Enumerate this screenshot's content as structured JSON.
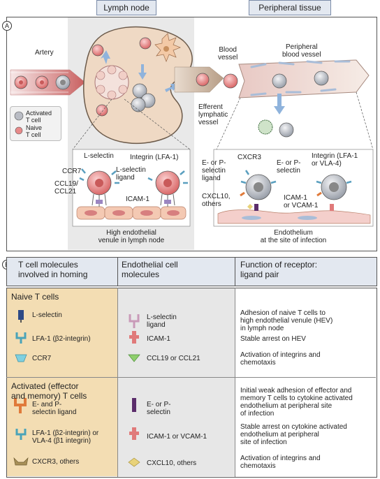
{
  "panelA": {
    "marker": "A",
    "header_lymph": "Lymph node",
    "header_peripheral": "Peripheral tissue",
    "artery": "Artery",
    "legend_activated": "Activated\nT cell",
    "legend_naive": "Naive\nT cell",
    "blood_vessel": "Blood\nvessel",
    "peripheral_blood_vessel": "Peripheral\nblood vessel",
    "efferent": "Efferent\nlymphatic\nvessel",
    "l_selectin": "L-selectin",
    "integrin_lfa1": "Integrin (LFA-1)",
    "ccr7": "CCR7",
    "l_selectin_ligand": "L-selectin\nligand",
    "ccl19_ccl21": "CCL19/\nCCL21",
    "icam1": "ICAM-1",
    "hev_caption": "High endothelial\nvenule in lymph node",
    "e_or_p_selectin_ligand": "E- or P-\nselectin\nligand",
    "cxcr3": "CXCR3",
    "e_or_p_selectin": "E- or P-\nselectin",
    "integrin_lfa1_vla4": "Integrin (LFA-1\nor VLA-4)",
    "cxcl10_others": "CXCL10,\nothers",
    "icam1_vcam1": "ICAM-1\nor VCAM-1",
    "endothelium_caption": "Endothelium\nat the site of infection"
  },
  "panelB": {
    "marker": "B",
    "col1_header": "T cell molecules\ninvolved in homing",
    "col2_header": "Endothelial cell\nmolecules",
    "col3_header": "Function of receptor:\nligand pair",
    "naive_title": "Naive T cells",
    "naive_rows": [
      {
        "t": "L-selectin",
        "e": "L-selectin\nligand",
        "f": "Adhesion of naive T cells to\nhigh endothelial venule (HEV)\nin lymph node"
      },
      {
        "t": "LFA-1 (β2-integrin)",
        "e": "ICAM-1",
        "f": "Stable arrest on HEV"
      },
      {
        "t": "CCR7",
        "e": "CCL19 or CCL21",
        "f": "Activation of integrins and\nchemotaxis"
      }
    ],
    "activated_title": "Activated (effector\nand memory) T cells",
    "activated_rows": [
      {
        "t": "E- and P-\nselectin ligand",
        "e": "E- or P-\nselectin",
        "f": "Initial weak adhesion of effector and\nmemory T cells to cytokine activated\nendothelium at peripheral site\nof infection"
      },
      {
        "t": "LFA-1 (β2-integrin) or\nVLA-4 (β1 integrin)",
        "e": "ICAM-1 or VCAM-1",
        "f": "Stable arrest on cytokine activated\nendothelium at peripheral\nsite of infection"
      },
      {
        "t": "CXCR3, others",
        "e": "CXCL10, others",
        "f": "Activation of integrins and\nchemotaxis"
      }
    ]
  },
  "colors": {
    "naive_cell": "#e88a8a",
    "activated_cell": "#b9bcc4",
    "lymph_bg": "#e9e9e9",
    "tissue_bg": "#f1d9c2",
    "t_col_bg": "#f3ddb3",
    "e_col_bg": "#e7e7e7",
    "header_bg": "#e3e8f0"
  }
}
